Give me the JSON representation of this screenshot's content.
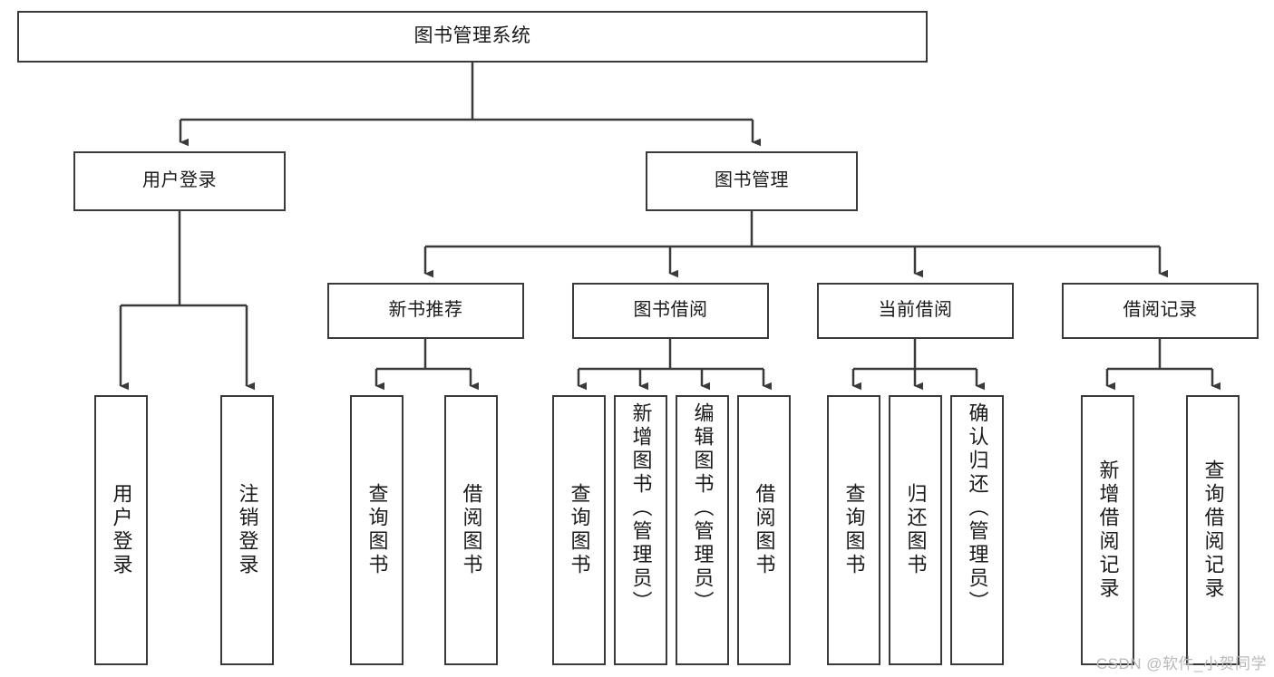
{
  "diagram": {
    "title": "图书管理系统",
    "type": "hierarchy-tree",
    "watermark": "CSDN @软件_小贺同学",
    "colors": {
      "stroke": "#3a3a3a",
      "fill": "#ffffff",
      "text": "#1a1a1a",
      "watermark": "#b9b9b9"
    },
    "root": {
      "label": "图书管理系统"
    },
    "level2": [
      {
        "label": "用户登录"
      },
      {
        "label": "图书管理"
      }
    ],
    "level3": [
      {
        "label": "新书推荐"
      },
      {
        "label": "图书借阅"
      },
      {
        "label": "当前借阅"
      },
      {
        "label": "借阅记录"
      }
    ],
    "leaves": {
      "user_login": [
        {
          "label": "用户登录"
        },
        {
          "label": "注销登录"
        }
      ],
      "new_book_rec": [
        {
          "label": "查询图书"
        },
        {
          "label": "借阅图书"
        }
      ],
      "book_borrow": [
        {
          "label": "查询图书"
        },
        {
          "label": "新增图书（管理员）"
        },
        {
          "label": "编辑图书（管理员）"
        },
        {
          "label": "借阅图书"
        }
      ],
      "current_borrow": [
        {
          "label": "查询图书"
        },
        {
          "label": "归还图书"
        },
        {
          "label": "确认归还（管理员）"
        }
      ],
      "borrow_record": [
        {
          "label": "新增借阅记录"
        },
        {
          "label": "查询借阅记录"
        }
      ]
    }
  }
}
